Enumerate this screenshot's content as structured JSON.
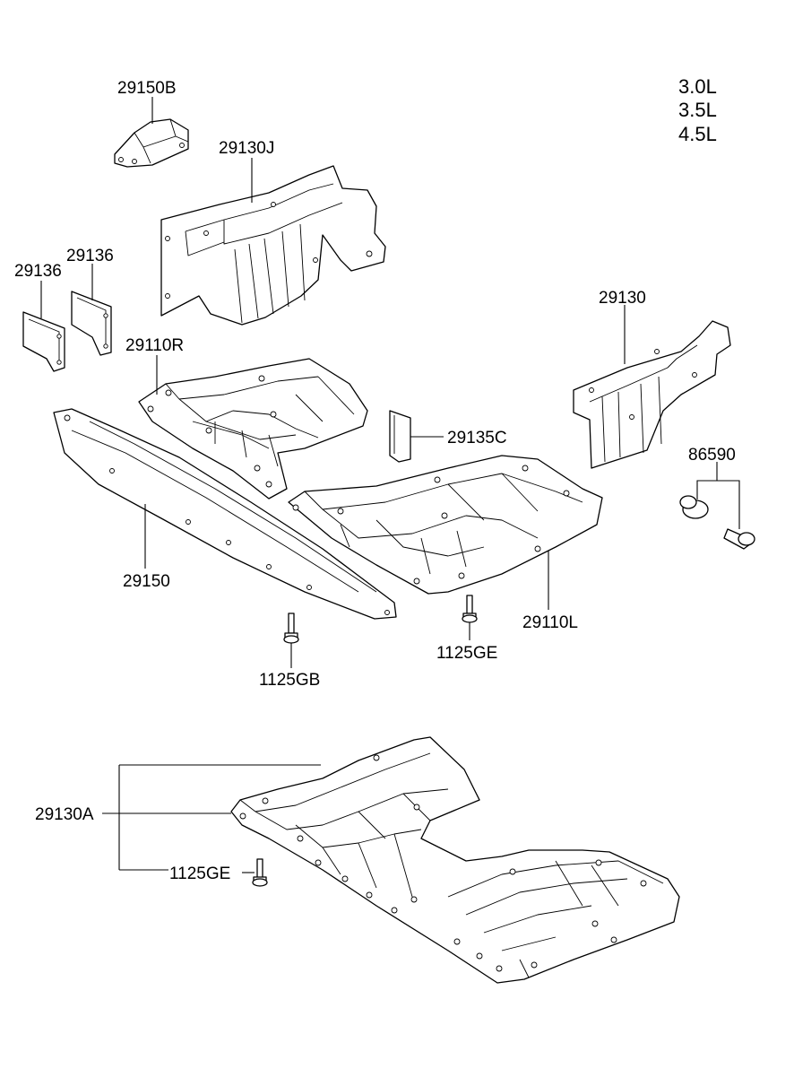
{
  "engine_spec": [
    "3.0L",
    "3.5L",
    "4.5L"
  ],
  "labels": {
    "p29150B": "29150B",
    "p29130J": "29130J",
    "p29136a": "29136",
    "p29136b": "29136",
    "p29110R": "29110R",
    "p29130": "29130",
    "p29135C": "29135C",
    "p86590": "86590",
    "p29150": "29150",
    "p1125GB": "1125GB",
    "p1125GE_top": "1125GE",
    "p29110L": "29110L",
    "p29130A": "29130A",
    "p1125GE_bottom": "1125GE"
  }
}
